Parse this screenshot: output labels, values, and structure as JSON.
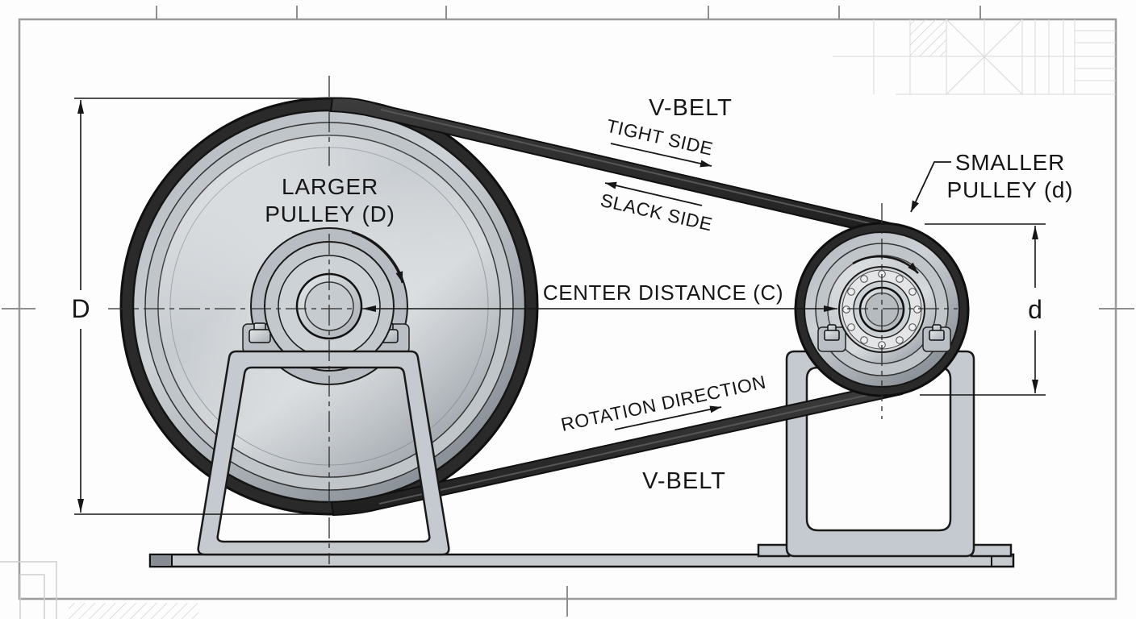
{
  "diagram": {
    "labels": {
      "v_belt_top": "V-BELT",
      "tight_side": "TIGHT SIDE",
      "slack_side": "SLACK SIDE",
      "center_distance": "CENTER DISTANCE (C)",
      "rotation_direction": "ROTATION DIRECTION",
      "v_belt_bottom": "V-BELT",
      "larger_pulley_line1": "LARGER",
      "larger_pulley_line2": "PULLEY (D)",
      "smaller_pulley_line1": "SMALLER",
      "smaller_pulley_line2": "PULLEY (d)",
      "dim_large_diameter": "D",
      "dim_small_diameter": "d"
    },
    "colors": {
      "belt": "#2b2b2b",
      "metal_light": "#d8dcdf",
      "metal_mid": "#b9bfc5",
      "metal_dark": "#8d939a",
      "line": "#1a1a1a",
      "frame_border": "#9b9b9b",
      "faint_grid": "#d8d8d8"
    }
  }
}
